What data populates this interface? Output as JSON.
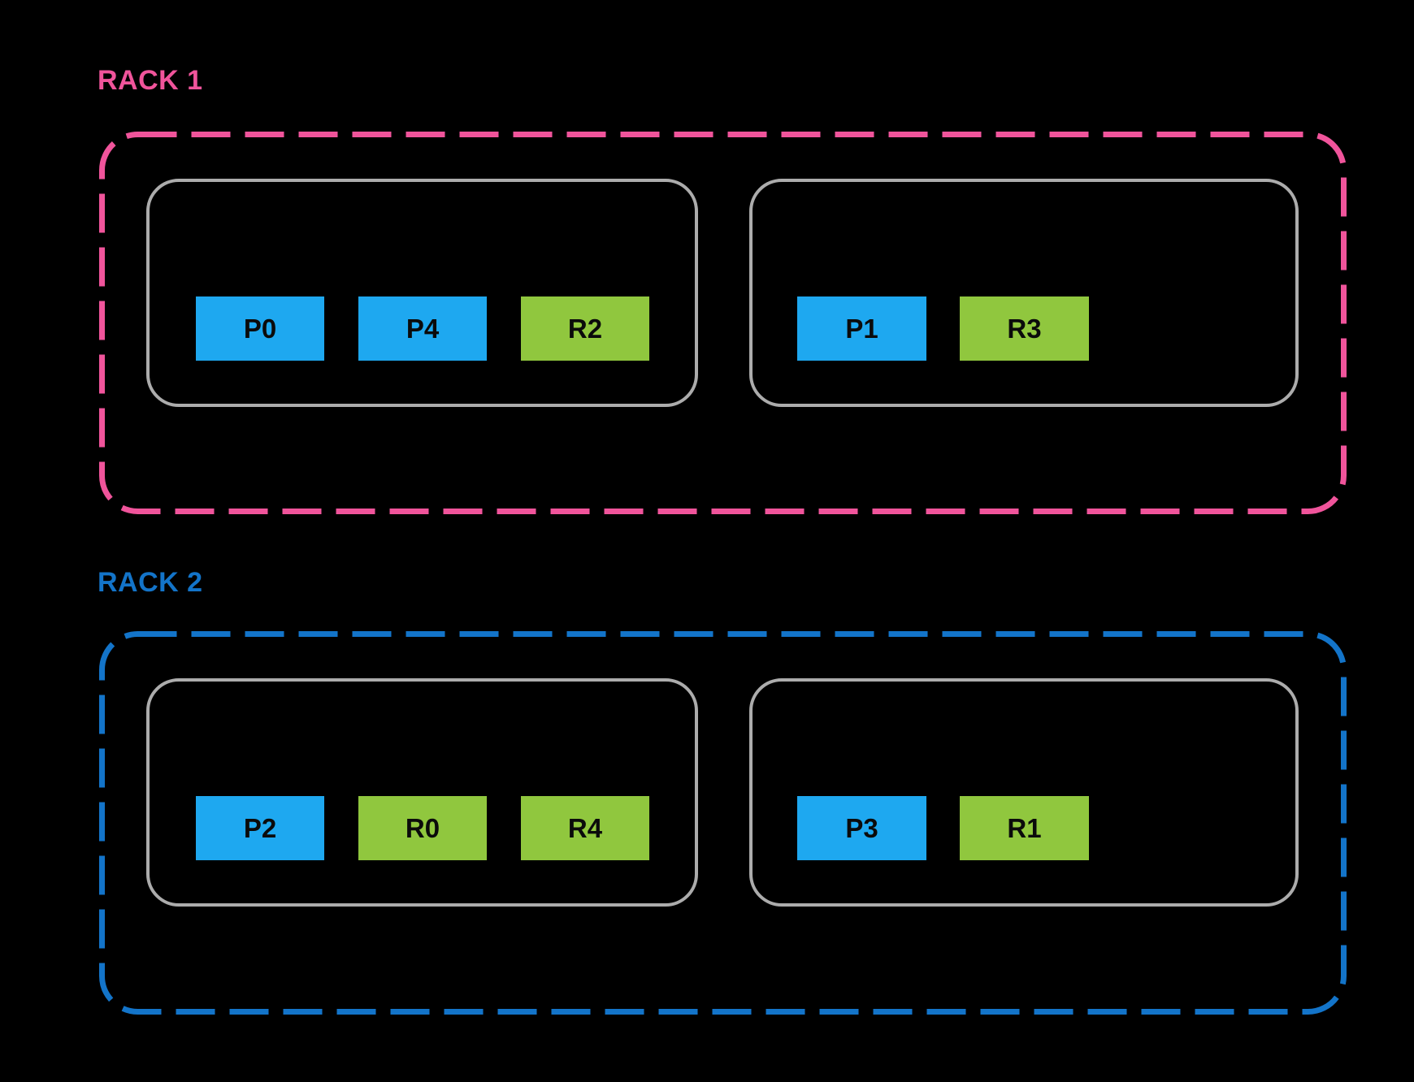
{
  "colors": {
    "background": "#000000",
    "rack1_accent": "#F0549B",
    "rack2_accent": "#1374C9",
    "host_border": "#ACACAC",
    "primary_chip": "#1EA8F0",
    "replica_chip": "#90C73E",
    "chip_text": "#0B0B0B"
  },
  "racks": [
    {
      "label": "RACK 1",
      "hosts": [
        {
          "chips": [
            {
              "label": "P0",
              "kind": "primary"
            },
            {
              "label": "P4",
              "kind": "primary"
            },
            {
              "label": "R2",
              "kind": "replica"
            }
          ]
        },
        {
          "chips": [
            {
              "label": "P1",
              "kind": "primary"
            },
            {
              "label": "R3",
              "kind": "replica"
            }
          ]
        }
      ]
    },
    {
      "label": "RACK 2",
      "hosts": [
        {
          "chips": [
            {
              "label": "P2",
              "kind": "primary"
            },
            {
              "label": "R0",
              "kind": "replica"
            },
            {
              "label": "R4",
              "kind": "replica"
            }
          ]
        },
        {
          "chips": [
            {
              "label": "P3",
              "kind": "primary"
            },
            {
              "label": "R1",
              "kind": "replica"
            }
          ]
        }
      ]
    }
  ]
}
